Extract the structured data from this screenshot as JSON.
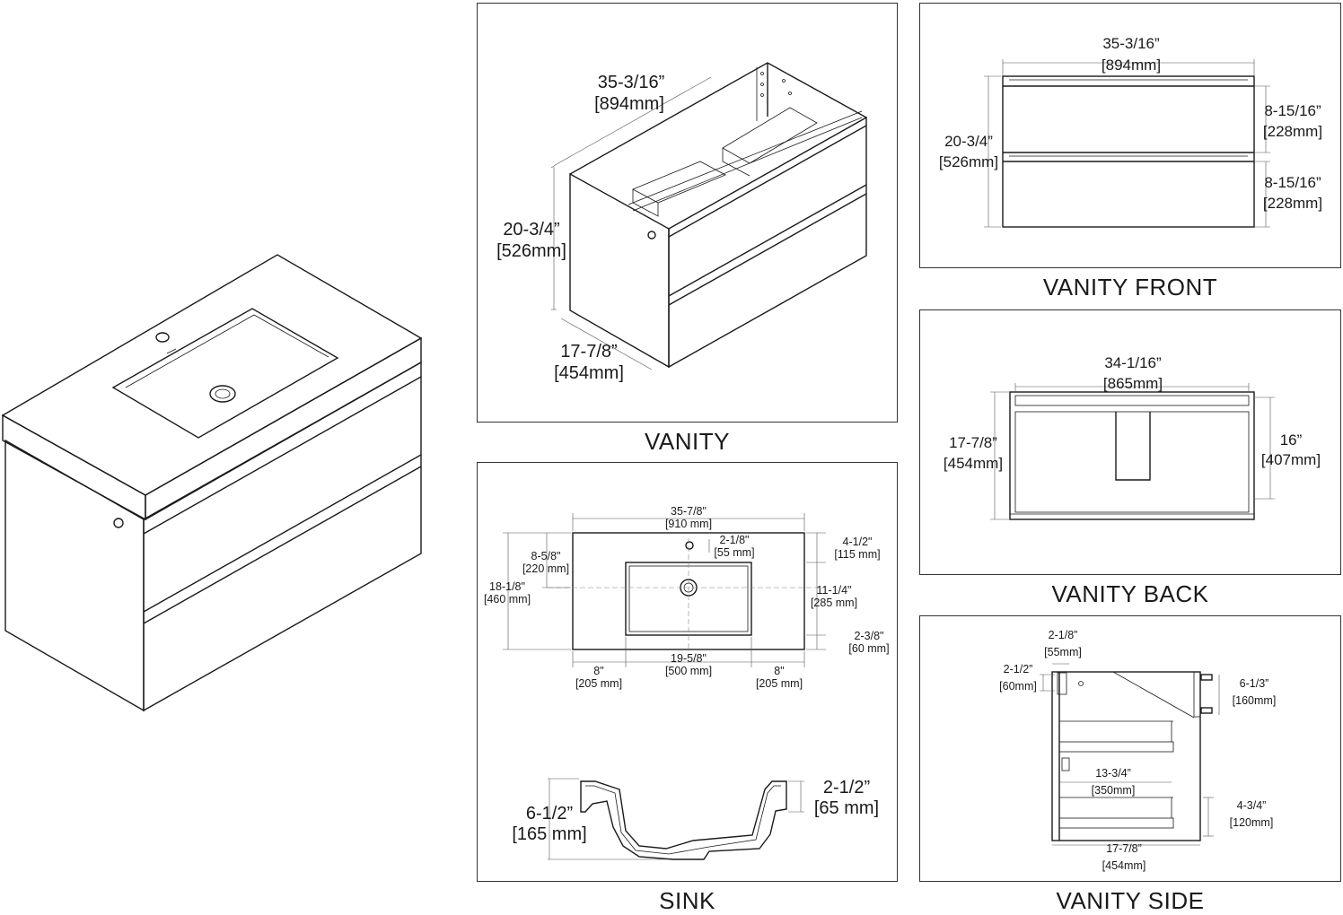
{
  "captions": {
    "vanity": "VANITY",
    "vanity_front": "VANITY FRONT",
    "vanity_back": "VANITY BACK",
    "sink": "SINK",
    "vanity_side": "VANITY SIDE"
  },
  "vanity": {
    "width": "35-3/16”",
    "width_mm": "[894mm]",
    "height": "20-3/4”",
    "height_mm": "[526mm]",
    "depth": "17-7/8”",
    "depth_mm": "[454mm]"
  },
  "front": {
    "width": "35-3/16”",
    "width_mm": "[894mm]",
    "height": "20-3/4”",
    "height_mm": "[526mm]",
    "drawer1": "8-15/16”",
    "drawer1_mm": "[228mm]",
    "drawer2": "8-15/16”",
    "drawer2_mm": "[228mm]"
  },
  "back": {
    "width": "34-1/16”",
    "width_mm": "[865mm]",
    "height": "17-7/8”",
    "height_mm": "[454mm]",
    "inner": "16”",
    "inner_mm": "[407mm]"
  },
  "sink": {
    "width": "35-7/8\"",
    "width_mm": "[910 mm]",
    "faucet_depth": "8-5/8\"",
    "faucet_depth_mm": "[220 mm]",
    "faucet_dia": "2-1/8\"",
    "faucet_dia_mm": "[55 mm]",
    "basin_top": "4-1/2\"",
    "basin_top_mm": "[115 mm]",
    "depth": "18-1/8\"",
    "depth_mm": "[460 mm]",
    "basin_depth": "11-1/4\"",
    "basin_depth_mm": "[285 mm]",
    "basin_bottom": "2-3/8\"",
    "basin_bottom_mm": "[60 mm]",
    "side_left": "8\"",
    "side_left_mm": "[205 mm]",
    "basin_width": "19-5/8\"",
    "basin_width_mm": "[500 mm]",
    "side_right": "8\"",
    "side_right_mm": "[205 mm]",
    "profile_height": "6-1/2”",
    "profile_height_mm": "[165 mm]",
    "rim": "2-1/2”",
    "rim_mm": "[65 mm]"
  },
  "side": {
    "top": "2-1/8”",
    "top_mm": "[55mm]",
    "offset": "2-1/2”",
    "offset_mm": "[60mm]",
    "bracket": "6-1/3”",
    "bracket_mm": "[160mm]",
    "drawer_depth": "13-3/4”",
    "drawer_depth_mm": "[350mm]",
    "drawer_height": "4-3/4”",
    "drawer_height_mm": "[120mm]",
    "depth": "17-7/8”",
    "depth_mm": "[454mm]"
  }
}
